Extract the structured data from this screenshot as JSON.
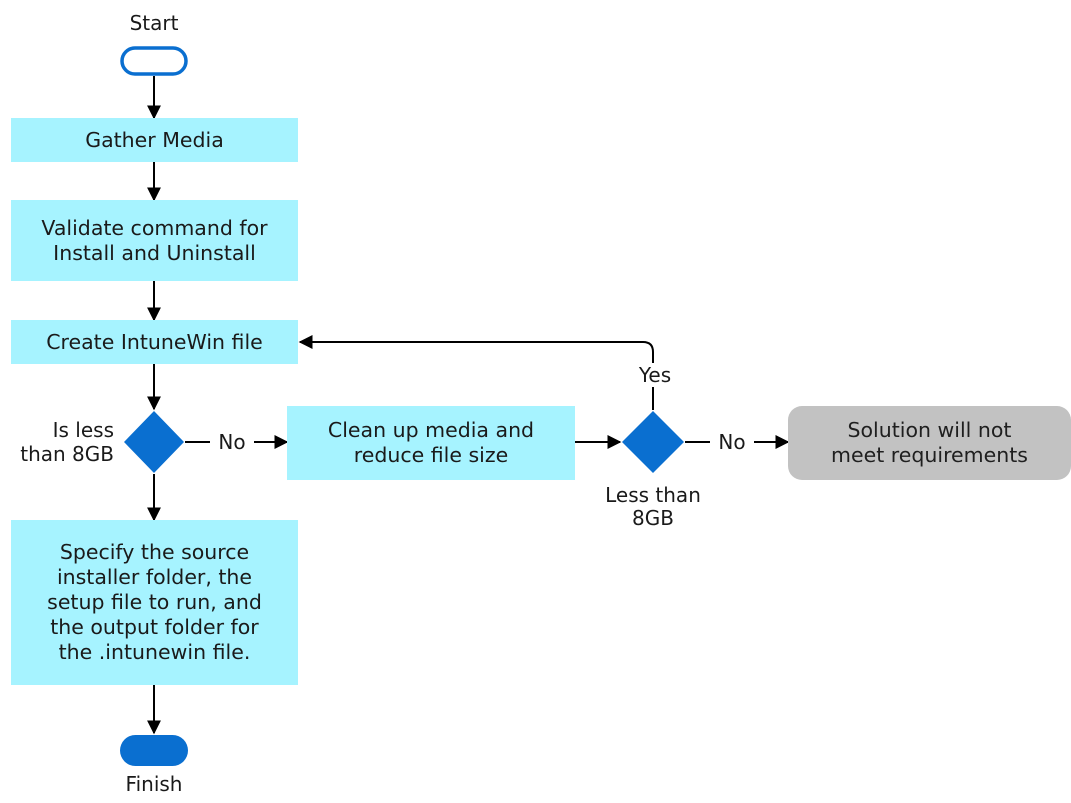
{
  "terminals": {
    "start": "Start",
    "finish": "Finish"
  },
  "steps": {
    "gather_media": "Gather Media",
    "validate_command": "Validate command for\nInstall and Uninstall",
    "create_intunewin": "Create IntuneWin file",
    "clean_up_media": "Clean up media and\nreduce file size",
    "specify_folders": "Specify the source\ninstaller folder, the\nsetup file to run, and\nthe output folder for\nthe .intunewin file.",
    "not_meet": "Solution will not\nmeet requirements"
  },
  "decisions": {
    "first": "Is less\nthan 8GB",
    "second": "Less than\n8GB"
  },
  "edge_labels": {
    "no_1": "No",
    "no_2": "No",
    "yes": "Yes"
  },
  "colors": {
    "process_fill": "#a6f3ff",
    "terminal_blue": "#0a6fd0",
    "diamond_blue": "#0a6fd0",
    "gray_box": "#c2c2c2"
  }
}
